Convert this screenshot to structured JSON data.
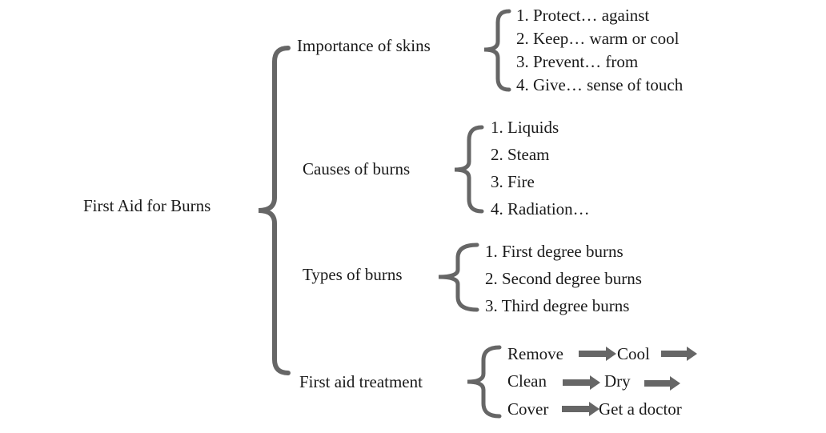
{
  "colors": {
    "text": "#1a1a1a",
    "brace": "#666666",
    "arrow": "#666666",
    "background": "#ffffff"
  },
  "root": {
    "label": "First Aid  for Burns"
  },
  "branches": [
    {
      "label": "Importance of skins",
      "items": [
        "1. Protect… against",
        "2. Keep… warm or cool",
        "3. Prevent… from",
        "4. Give… sense of touch"
      ]
    },
    {
      "label": "Causes of burns",
      "items": [
        "1. Liquids",
        "2. Steam",
        "3. Fire",
        "4. Radiation…"
      ]
    },
    {
      "label": "Types of burns",
      "items": [
        "1. First degree burns",
        "2. Second degree burns",
        "3. Third degree burns"
      ]
    },
    {
      "label": "First aid treatment",
      "steps": [
        [
          "Remove",
          "Cool"
        ],
        [
          "Clean",
          "Dry"
        ],
        [
          "Cover",
          "Get a doctor"
        ]
      ],
      "arrow_icon": "right-arrow-icon"
    }
  ]
}
